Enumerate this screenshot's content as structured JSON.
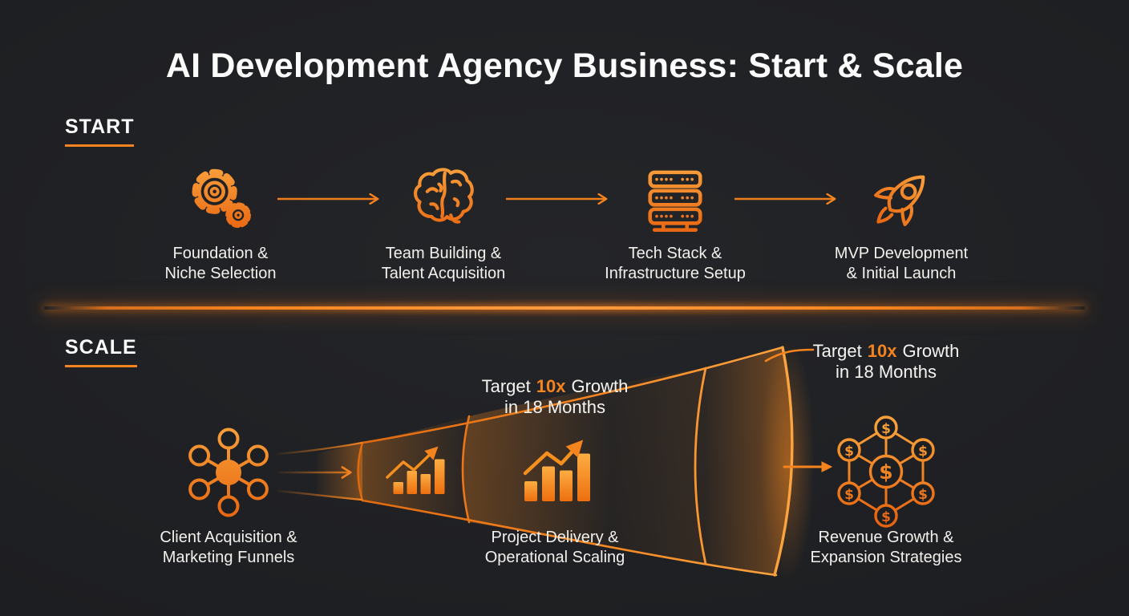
{
  "title": "AI Development Agency Business: Start & Scale",
  "colors": {
    "accent": "#f5841f",
    "accent_light": "#fca743",
    "accent_dark": "#e8650f",
    "background": "#1e1f22",
    "text": "#f2f1ee"
  },
  "start": {
    "label": "START",
    "steps": [
      {
        "icon": "gear-icon",
        "line1": "Foundation &",
        "line2": "Niche Selection"
      },
      {
        "icon": "brain-icon",
        "line1": "Team Building &",
        "line2": "Talent Acquisition"
      },
      {
        "icon": "server-stack-icon",
        "line1": "Tech Stack &",
        "line2": "Infrastructure Setup"
      },
      {
        "icon": "rocket-icon",
        "line1": "MVP Development",
        "line2": "& Initial Launch"
      }
    ]
  },
  "scale": {
    "label": "SCALE",
    "left_node": {
      "icon": "network-hub-icon",
      "line1": "Client Acquisition &",
      "line2": "Marketing Funnels"
    },
    "middle_node": {
      "icon": "bar-chart-icon",
      "line1": "Project Delivery &",
      "line2": "Operational Scaling"
    },
    "right_node": {
      "icon": "money-network-icon",
      "line1": "Revenue Growth &",
      "line2": "Expansion Strategies"
    },
    "target_mid": {
      "prefix": "Target",
      "highlight": "10x",
      "suffix": "Growth",
      "line2": "in 18 Months"
    },
    "target_right": {
      "prefix": "Target",
      "highlight": "10x",
      "suffix": "Growth",
      "line2": "in 18 Months"
    }
  }
}
